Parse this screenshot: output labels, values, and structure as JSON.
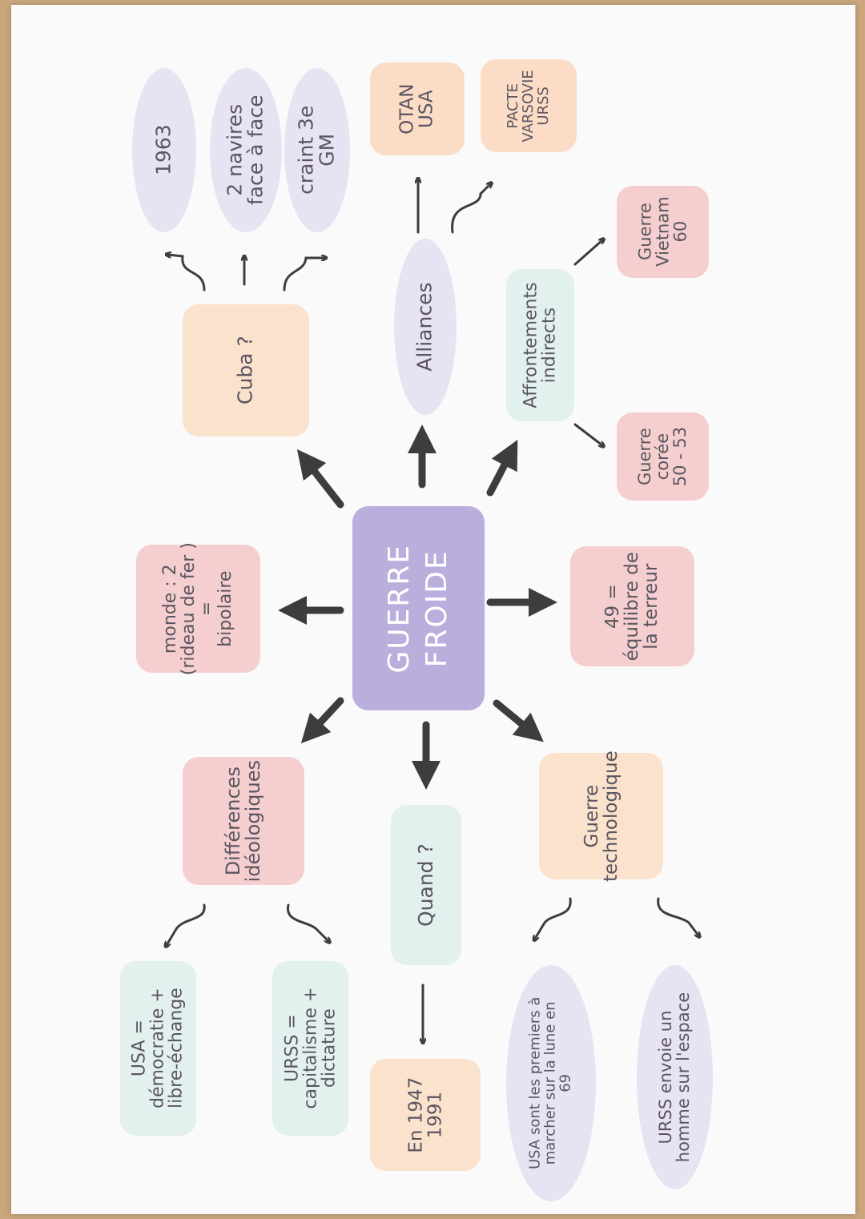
{
  "center": {
    "line1": "GUERRE",
    "line2": "FROIDE"
  },
  "nodes": {
    "cuba": "Cuba ?",
    "year_1963": "1963",
    "navires": {
      "line1": "2 navires",
      "line2": "face à face"
    },
    "craint": {
      "line1": "craint 3e",
      "line2": "GM"
    },
    "alliances": "Alliances",
    "otan": {
      "line1": "OTAN",
      "line2": "USA"
    },
    "pacte": {
      "line1": "PACTE",
      "line2": "VARSOVIE",
      "line3": "URSS"
    },
    "affrontements": {
      "line1": "Affrontements",
      "line2": "indirects"
    },
    "vietnam": {
      "line1": "Guerre",
      "line2": "Vietnam",
      "line3": "60"
    },
    "coree": {
      "line1": "Guerre",
      "line2": "corée",
      "line3": "50 - 53"
    },
    "monde": {
      "line1": "monde : 2",
      "line2": "(rideau de fer )",
      "line3": "=",
      "line4": "bipolaire"
    },
    "equilibre": {
      "line1": "49 =",
      "line2": "équilibre de",
      "line3": "la terreur"
    },
    "differences": {
      "line1": "Différences",
      "line2": "idéologiques"
    },
    "usa": {
      "line1": "USA =",
      "line2": "démocratie +",
      "line3": "libre-échange"
    },
    "urss": {
      "line1": "URSS =",
      "line2": "capitalisme +",
      "line3": "dictature"
    },
    "quand": "Quand ?",
    "dates": {
      "line1": "En 1947",
      "line2": "1991"
    },
    "technologique": {
      "line1": "Guerre",
      "line2": "technologique"
    },
    "lune": {
      "line1": "USA sont les premiers à",
      "line2": "marcher sur la lune en",
      "line3": "69"
    },
    "espace": {
      "line1": "URSS envoie un",
      "line2": "homme sur l'espace"
    }
  }
}
